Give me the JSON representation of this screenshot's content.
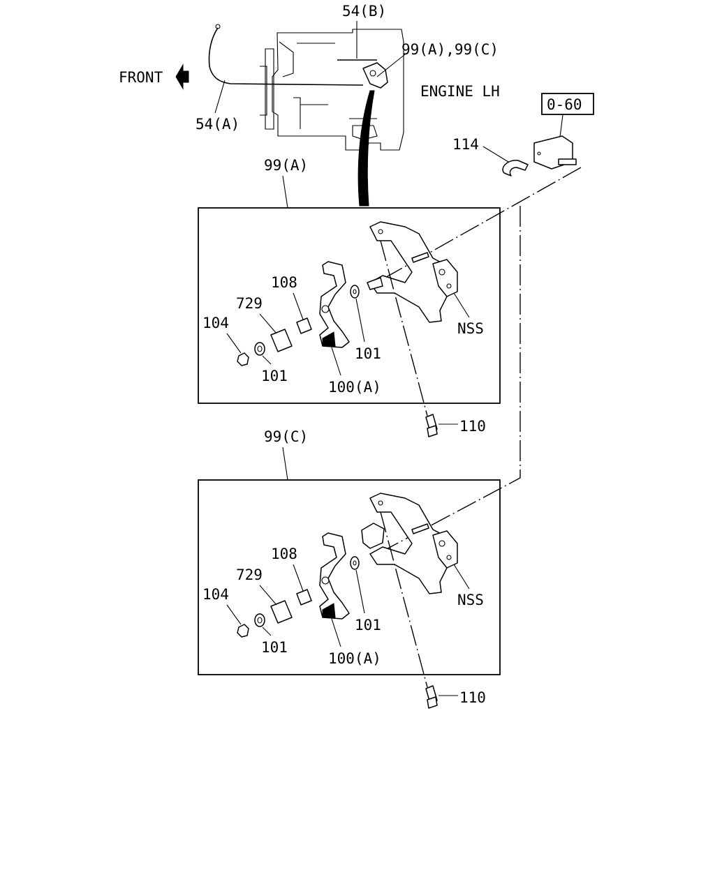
{
  "labels": {
    "front": "FRONT",
    "cable_b": "54(B)",
    "cable_a": "54(A)",
    "lever_ref": "99(A),99(C)",
    "engine": "ENGINE LH",
    "ref_box": "0-60",
    "clip": "114"
  },
  "panel_a": {
    "title": "99(A)",
    "spring": "108",
    "sleeve": "729",
    "nut": "104",
    "washer_left": "101",
    "washer_right": "101",
    "lever": "100(A)",
    "nss": "NSS",
    "bolt": "110"
  },
  "panel_c": {
    "title": "99(C)",
    "spring": "108",
    "sleeve": "729",
    "nut": "104",
    "washer_left": "101",
    "washer_right": "101",
    "lever": "100(A)",
    "nss": "NSS",
    "bolt": "110"
  }
}
